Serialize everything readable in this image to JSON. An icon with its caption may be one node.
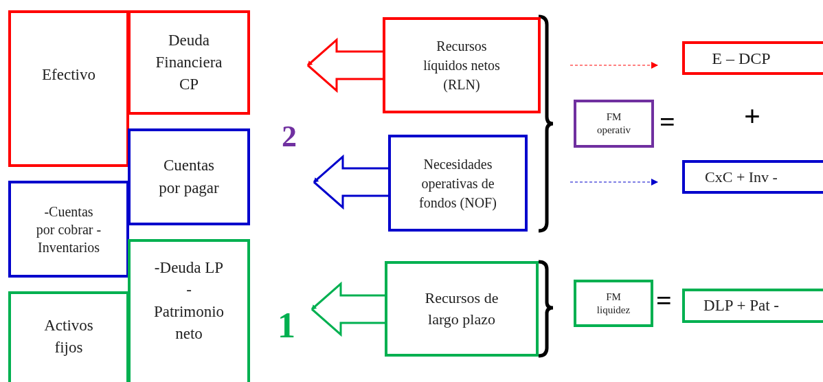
{
  "diagram": {
    "nodes": [
      {
        "text": [
          "Efectivo"
        ]
      },
      {
        "text": [
          "Deuda Financiera CP"
        ]
      },
      {
        "text": [
          "Cuentas por pagar"
        ]
      },
      {
        "text": [
          "-Cuentas por cobrar -Inventarios"
        ]
      },
      {
        "text": [
          "-Deuda LP - Patrimonio neto"
        ]
      },
      {
        "text": [
          "Activos fijos"
        ]
      },
      {
        "text": [
          "Recursos líquidos netos (RLN)"
        ]
      },
      {
        "text": [
          "Necesidades operativas de fondos (NOF)"
        ]
      },
      {
        "text": [
          "Recursos de largo plazo"
        ]
      },
      {
        "text": [
          "FM operativ"
        ]
      },
      {
        "text": [
          "E – DCP"
        ]
      },
      {
        "text": [
          "CxC + Inv -"
        ]
      },
      {
        "text": [
          "FM liquidez"
        ]
      },
      {
        "text": [
          "DLP + Pat -"
        ]
      }
    ],
    "edges": [
      {
        "from": 6,
        "to": null,
        "arrow": "to",
        "color": "#ff0000"
      },
      {
        "from": 7,
        "to": null,
        "arrow": "to",
        "color": "#0000cc"
      },
      {
        "from": 8,
        "to": null,
        "arrow": "to",
        "color": "#00b050"
      },
      {
        "from": null,
        "to": 10,
        "arrow": "to",
        "style": "dashed",
        "color": "#ff0000"
      },
      {
        "from": null,
        "to": 11,
        "arrow": "to",
        "style": "dashed",
        "color": "#0000cc"
      }
    ],
    "labels": [
      "2",
      "1",
      "=",
      "+",
      "="
    ]
  }
}
